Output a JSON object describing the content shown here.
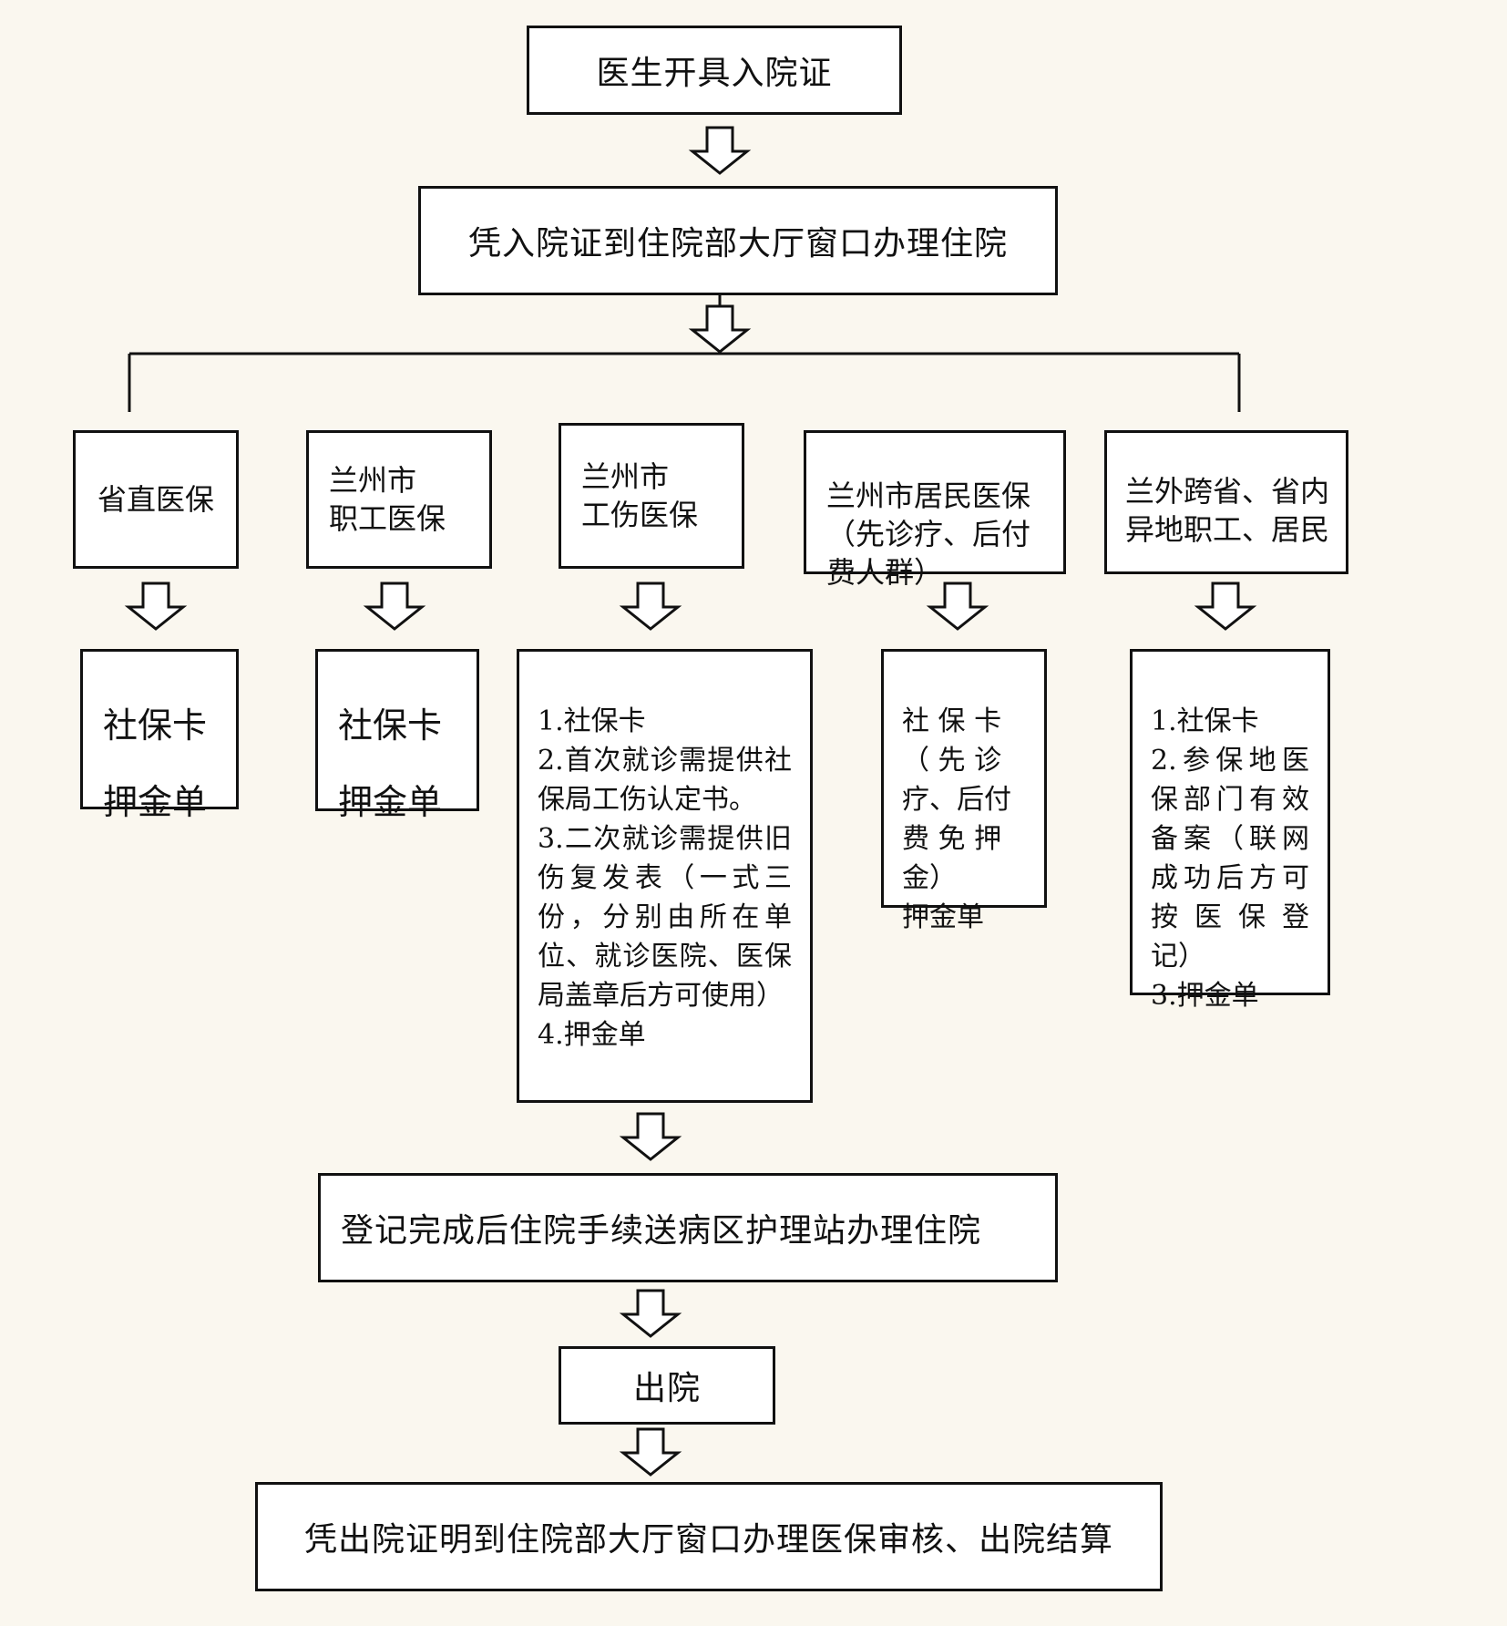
{
  "step1": "医生开具入院证",
  "step2": "凭入院证到住院部大厅窗口办理住院",
  "categories": [
    {
      "label": "省直医保"
    },
    {
      "label": "兰州市\n职工医保"
    },
    {
      "label": "兰州市\n工伤医保"
    },
    {
      "label": "兰州市居民医保\n（先诊疗、后付\n费人群）"
    },
    {
      "label": "兰外跨省、省内\n异地职工、居民"
    }
  ],
  "requirements": [
    {
      "text": "社保卡\n\n押金单"
    },
    {
      "text": "社保卡\n\n押金单"
    },
    {
      "text": "1.社保卡\n2.首次就诊需提供社保局工伤认定书。\n3.二次就诊需提供旧伤复发表（一式三份，分别由所在单位、就诊医院、医保局盖章后方可使用）\n4.押金单"
    },
    {
      "text": "社 保 卡\n（ 先 诊\n疗、后付\n费 免 押\n金）\n押金单"
    },
    {
      "text": "1.社保卡\n2.参保地医保部门有效备案（联网成功后方可按 医 保 登记）\n3.押金单"
    }
  ],
  "step3": "登记完成后住院手续送病区护理站办理住院",
  "step4": "出院",
  "step5": "凭出院证明到住院部大厅窗口办理医保审核、出院结算"
}
